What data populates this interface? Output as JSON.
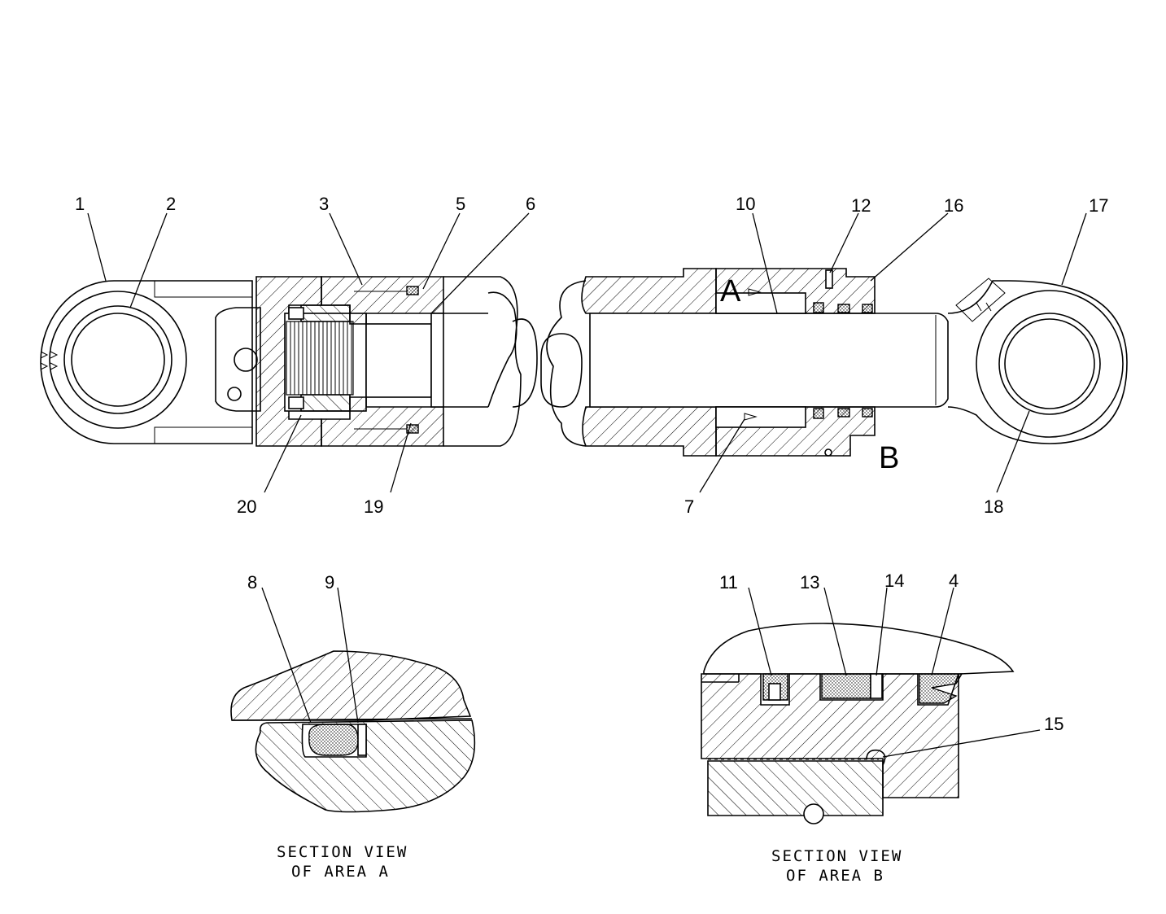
{
  "callouts": {
    "c1": "1",
    "c2": "2",
    "c3": "3",
    "c5": "5",
    "c6": "6",
    "c10": "10",
    "c12": "12",
    "c16": "16",
    "c17": "17",
    "c20": "20",
    "c19": "19",
    "c7": "7",
    "c18": "18",
    "c8": "8",
    "c9": "9",
    "c11": "11",
    "c13": "13",
    "c14": "14",
    "c4": "4",
    "c15": "15"
  },
  "area_labels": {
    "a": "A",
    "b": "B"
  },
  "captions": {
    "section_a_line1": "SECTION VIEW",
    "section_a_line2": "OF AREA A",
    "section_b_line1": "SECTION VIEW",
    "section_b_line2": "OF AREA B"
  }
}
